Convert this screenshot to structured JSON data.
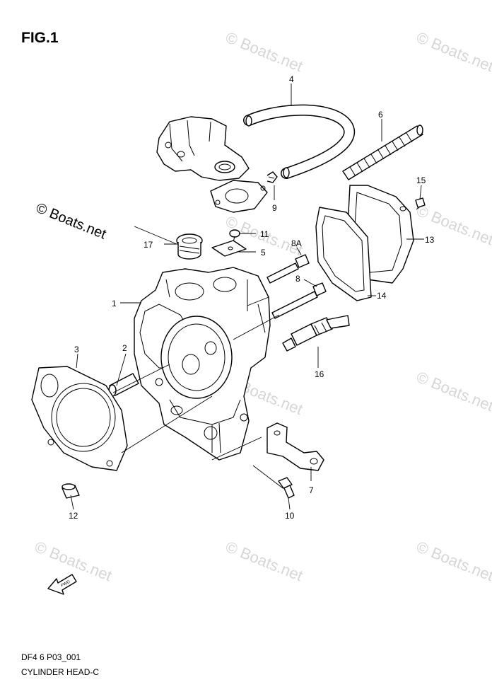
{
  "figure": {
    "title": "FIG.1",
    "code": "DF4 6 P03_001",
    "caption": "CYLINDER HEAD-C"
  },
  "watermarks": {
    "main": "© Boats.net",
    "faint": "© Boats.net"
  },
  "callouts": {
    "c1": "1",
    "c2": "2",
    "c3": "3",
    "c4": "4",
    "c5": "5",
    "c6": "6",
    "c7": "7",
    "c8": "8",
    "c8a": "8A",
    "c9": "9",
    "c10": "10",
    "c11": "11",
    "c12": "12",
    "c13": "13",
    "c14": "14",
    "c15": "15",
    "c16": "16",
    "c17": "17"
  },
  "icons": {
    "direction": "fwd-arrow-icon"
  },
  "fwd_label": "FWD"
}
